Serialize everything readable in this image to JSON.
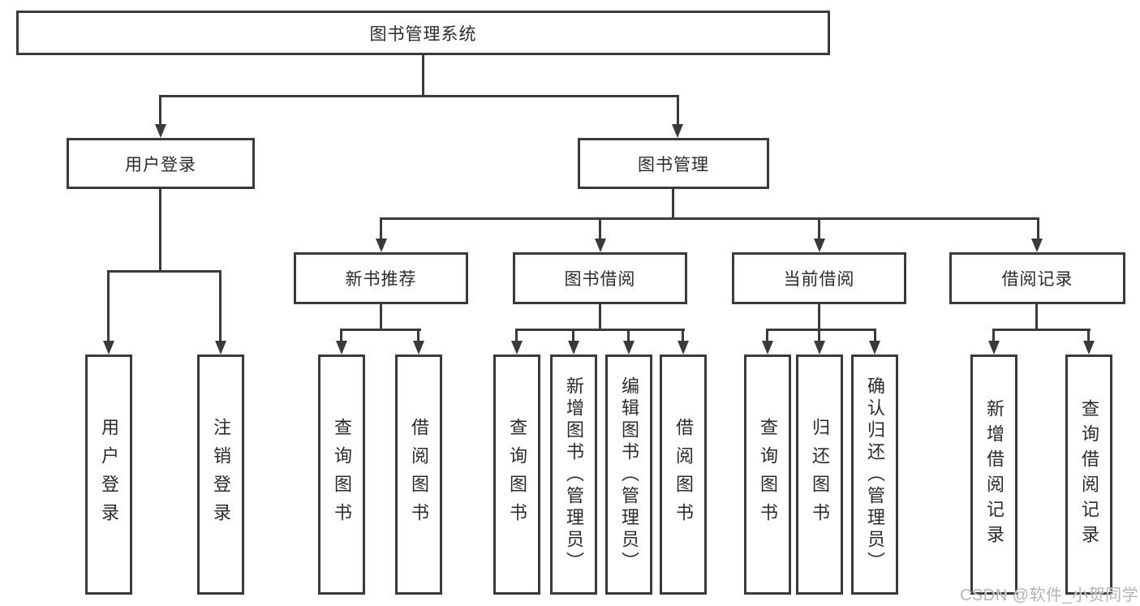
{
  "title": "图书管理系统",
  "watermark": "CSDN @软件_小贺同学",
  "colors": {
    "line": "#3a3a3a",
    "text": "#2b2b2b",
    "watermark": "#b5b5b5",
    "background": "#ffffff"
  },
  "tree": {
    "label": "图书管理系统",
    "children": [
      {
        "label": "用户登录",
        "children": [
          {
            "label": "用户登录"
          },
          {
            "label": "注销登录"
          }
        ]
      },
      {
        "label": "图书管理",
        "children": [
          {
            "label": "新书推荐",
            "children": [
              {
                "label": "查询图书"
              },
              {
                "label": "借阅图书"
              }
            ]
          },
          {
            "label": "图书借阅",
            "children": [
              {
                "label": "查询图书"
              },
              {
                "label": "新增图书（管理员）"
              },
              {
                "label": "编辑图书（管理员）"
              },
              {
                "label": "借阅图书"
              }
            ]
          },
          {
            "label": "当前借阅",
            "children": [
              {
                "label": "查询图书"
              },
              {
                "label": "归还图书"
              },
              {
                "label": "确认归还（管理员）"
              }
            ]
          },
          {
            "label": "借阅记录",
            "children": [
              {
                "label": "新增借阅记录"
              },
              {
                "label": "查询借阅记录"
              }
            ]
          }
        ]
      }
    ]
  }
}
